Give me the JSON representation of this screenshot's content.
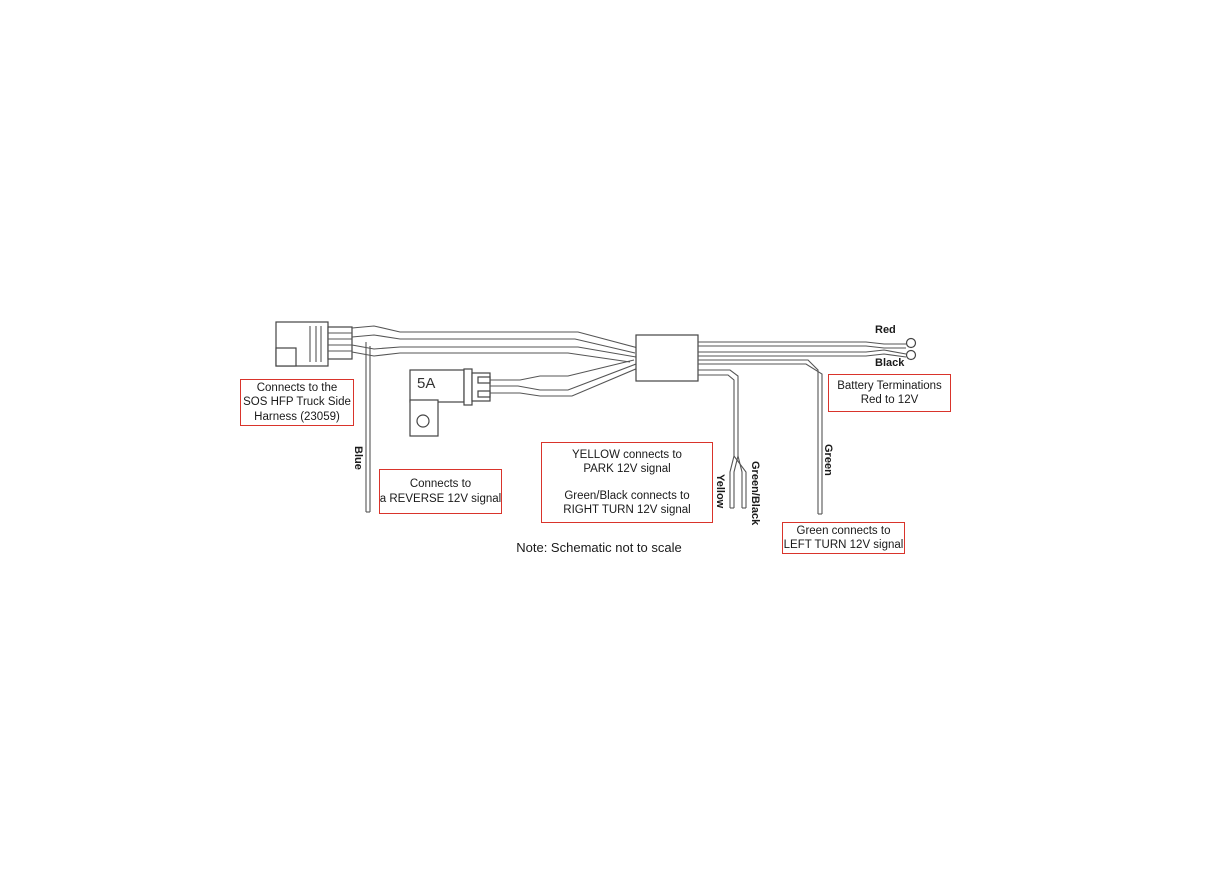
{
  "callouts": {
    "harness": [
      "Connects to the",
      "SOS HFP Truck Side",
      "Harness (23059)"
    ],
    "reverse": [
      "Connects to",
      "a REVERSE 12V signal"
    ],
    "yellow_green_black": [
      "YELLOW connects to",
      "PARK 12V signal",
      "Green/Black connects to",
      "RIGHT TURN 12V signal"
    ],
    "battery": [
      "Battery Terminations",
      "Red to 12V"
    ],
    "green": [
      "Green connects to",
      "LEFT TURN 12V signal"
    ]
  },
  "wire_labels": {
    "red": "Red",
    "black": "Black",
    "blue": "Blue",
    "yellow": "Yellow",
    "green_black": "Green/Black",
    "green": "Green"
  },
  "fuse": {
    "rating": "5A"
  },
  "note": "Note: Schematic not to scale",
  "colors": {
    "callout_border": "#d9342b",
    "line": "#555555",
    "background": "#ffffff"
  }
}
